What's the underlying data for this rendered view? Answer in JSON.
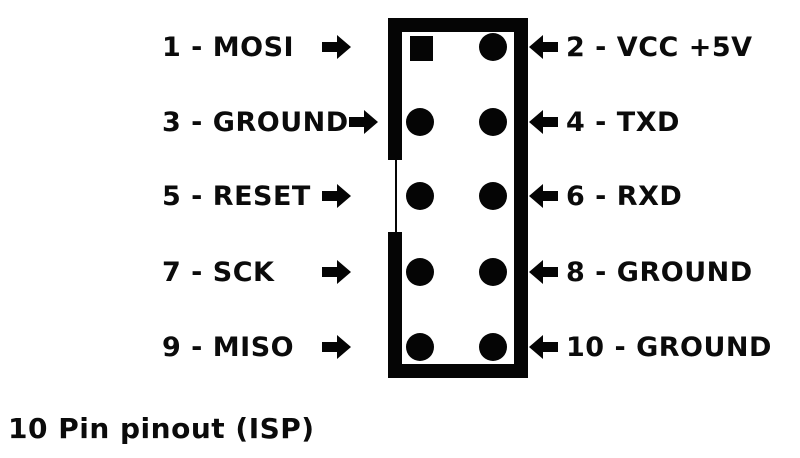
{
  "title": "10 Pin pinout (ISP)",
  "colors": {
    "ink": "#050505",
    "background": "#ffffff"
  },
  "connector": {
    "type": "10-pin ISP box header",
    "pin1_marker": "square",
    "left_pins": [
      {
        "pin": "1",
        "signal": "MOSI",
        "label": "1 - MOSI",
        "direction": "out"
      },
      {
        "pin": "3",
        "signal": "GROUND",
        "label": "3 - GROUND",
        "direction": "out"
      },
      {
        "pin": "5",
        "signal": "RESET",
        "label": "5 - RESET",
        "direction": "out"
      },
      {
        "pin": "7",
        "signal": "SCK",
        "label": "7 - SCK",
        "direction": "out"
      },
      {
        "pin": "9",
        "signal": "MISO",
        "label": "9 - MISO",
        "direction": "out"
      }
    ],
    "right_pins": [
      {
        "pin": "2",
        "signal": "VCC +5V",
        "label": "2 - VCC +5V",
        "direction": "in"
      },
      {
        "pin": "4",
        "signal": "TXD",
        "label": "4 - TXD",
        "direction": "in"
      },
      {
        "pin": "6",
        "signal": "RXD",
        "label": "6 - RXD",
        "direction": "in"
      },
      {
        "pin": "8",
        "signal": "GROUND",
        "label": "8 - GROUND",
        "direction": "in"
      },
      {
        "pin": "10",
        "signal": "GROUND",
        "label": "10 - GROUND",
        "direction": "in"
      }
    ]
  }
}
